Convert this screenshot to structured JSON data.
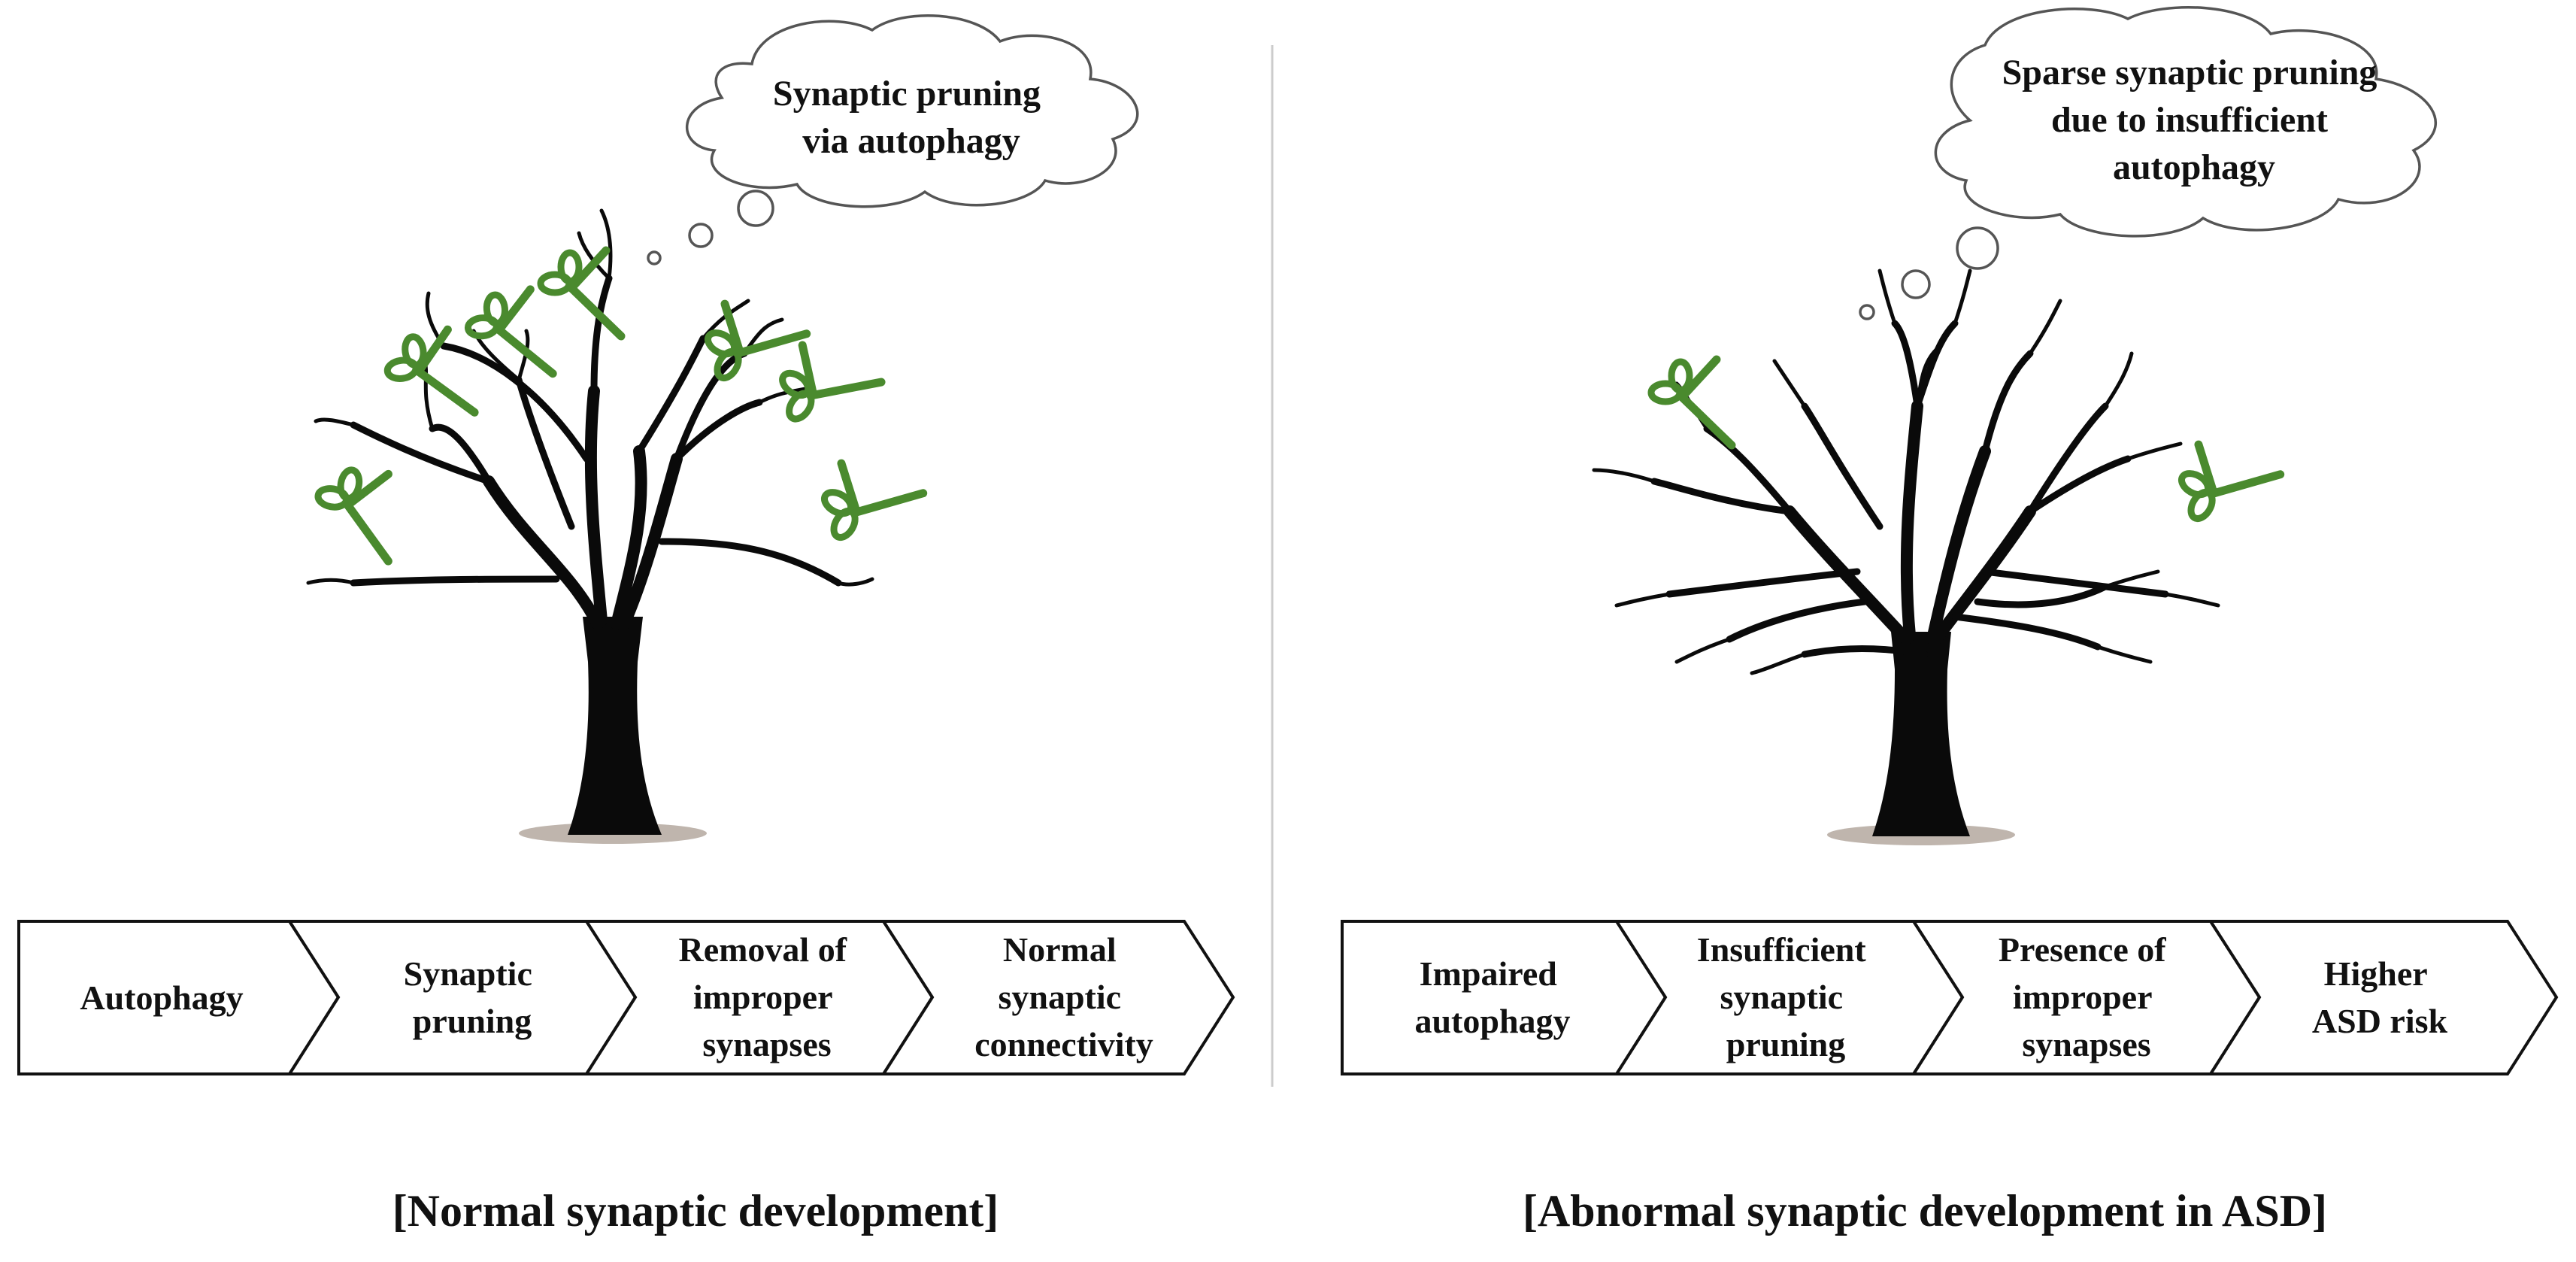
{
  "colors": {
    "ink": "#111111",
    "tree": "#0a0a0a",
    "scissors": "#4a8a2e",
    "divider": "#cccccc",
    "shadow": "#bfb5ad"
  },
  "panels": [
    {
      "id": "normal",
      "cloud_lines": [
        "Synaptic pruning",
        "via autophagy"
      ],
      "steps": [
        {
          "lines": [
            "Autophagy"
          ]
        },
        {
          "lines": [
            "Synaptic",
            "pruning"
          ]
        },
        {
          "lines": [
            "Removal of",
            "improper",
            "synapses"
          ]
        },
        {
          "lines": [
            "Normal",
            "synaptic",
            "connectivity"
          ]
        }
      ],
      "caption": "[Normal synaptic development]",
      "scissors_count": 7
    },
    {
      "id": "asd",
      "cloud_lines": [
        "Sparse synaptic pruning",
        "due to insufficient",
        "autophagy"
      ],
      "steps": [
        {
          "lines": [
            "Impaired",
            "autophagy"
          ]
        },
        {
          "lines": [
            "Insufficient",
            "synaptic",
            "pruning"
          ]
        },
        {
          "lines": [
            "Presence of",
            "improper",
            "synapses"
          ]
        },
        {
          "lines": [
            "Higher",
            "ASD risk"
          ]
        }
      ],
      "caption": "[Abnormal synaptic development in ASD]",
      "scissors_count": 2
    }
  ]
}
